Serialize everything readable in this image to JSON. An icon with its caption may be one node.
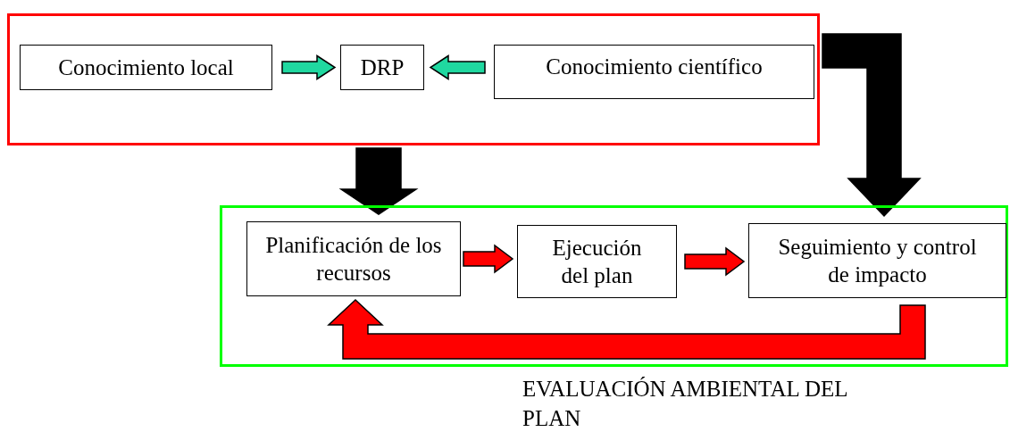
{
  "diagram": {
    "nodes": [
      {
        "text": [],
        "shape": "box"
      },
      {
        "text": [
          "Conocimiento local"
        ],
        "in": 0
      },
      {
        "text": [
          "DRP"
        ],
        "in": 0
      },
      {
        "text": [
          "Conocimiento científico"
        ],
        "in": 0
      },
      {
        "text": [],
        "shape": "box"
      },
      {
        "text": [
          "Planificación de los recursos"
        ],
        "in": 4
      },
      {
        "text": [
          "Ejecución del plan"
        ],
        "in": 4
      },
      {
        "text": [
          "Seguimiento y control de impacto"
        ],
        "in": 4
      }
    ],
    "edges": [
      {
        "from": 1,
        "to": 2,
        "arrow": "to",
        "color": "#20d8a0"
      },
      {
        "from": 3,
        "to": 2,
        "arrow": "to",
        "color": "#20d8a0"
      },
      {
        "from": 0,
        "to": 5,
        "arrow": "to",
        "color": "#000000"
      },
      {
        "from": 0,
        "to": 7,
        "arrow": "to",
        "color": "#000000"
      },
      {
        "from": 5,
        "to": 6,
        "arrow": "to"
      },
      {
        "from": 6,
        "to": 7,
        "arrow": "to"
      },
      {
        "from": 7,
        "to": 5,
        "arrow": "to"
      }
    ],
    "labels": [
      "EVALUACIÓN AMBIENTAL DEL PLAN"
    ]
  }
}
